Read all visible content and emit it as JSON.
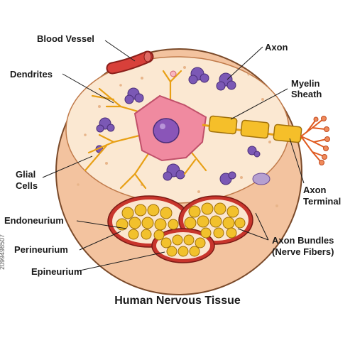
{
  "title": "Human Nervous Tissue",
  "labels": {
    "blood_vessel": "Blood Vessel",
    "axon": "Axon",
    "dendrites": "Dendrites",
    "myelin_sheath_1": "Myelin",
    "myelin_sheath_2": "Sheath",
    "glial_cells_1": "Glial",
    "glial_cells_2": "Cells",
    "axon_terminal_1": "Axon",
    "axon_terminal_2": "Terminal",
    "endoneurium": "Endoneurium",
    "perineurium": "Perineurium",
    "epineurium": "Epineurium",
    "axon_bundles_1": "Axon Bundles",
    "axon_bundles_2": "(Nerve Fibers)"
  },
  "watermark": "2099498507",
  "colors": {
    "outer_ring": "#f6c9a8",
    "inner_fill": "#fbe6cf",
    "cell_body": "#f08aa0",
    "nucleus": "#8a55b8",
    "dendrite": "#f3b21b",
    "myelin": "#f5bf2a",
    "purple_cells": "#7b58b5",
    "blood_vessel": "#d8403a",
    "bundle_ring": "#c8352c",
    "fiber": "#f2c12c"
  }
}
